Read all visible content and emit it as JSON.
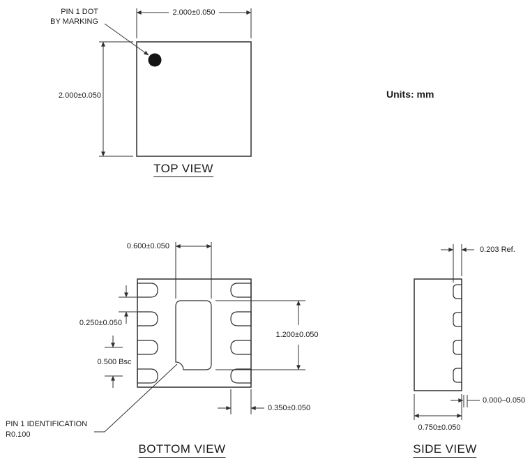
{
  "colors": {
    "line": "#2f2f2f",
    "text": "#1a1a1a",
    "bg": "#ffffff"
  },
  "units_note": "Units: mm",
  "top_view": {
    "title": "TOP VIEW",
    "pin1_note": {
      "line1": "PIN 1 DOT",
      "line2": "BY MARKING"
    },
    "dim_width": "2.000±0.050",
    "dim_height": "2.000±0.050"
  },
  "bottom_view": {
    "title": "BOTTOM VIEW",
    "dim_pad_width": "0.600±0.050",
    "dim_pin_width": "0.250±0.050",
    "dim_pin_pitch": "0.500 Bsc",
    "dim_pad_length": "1.200±0.050",
    "dim_pin_length": "0.350±0.050",
    "pin1_id": {
      "line1": "PIN 1 IDENTIFICATION",
      "line2": "R0.100"
    }
  },
  "side_view": {
    "title": "SIDE VIEW",
    "dim_lead_thickness": "0.203 Ref.",
    "dim_standoff": "0.000–0.050",
    "dim_body_thickness": "0.750±0.050"
  }
}
